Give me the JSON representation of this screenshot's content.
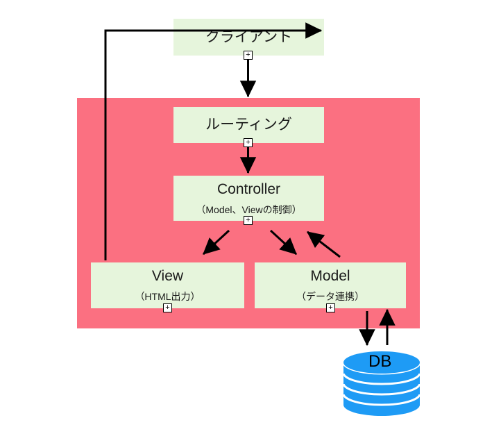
{
  "diagram": {
    "type": "mvc-architecture-flow",
    "background_color": "#ffffff",
    "panel_color": "#fb7081",
    "node_color": "#e6f5dc",
    "db_color": "#1e9bf5",
    "line_color": "#000000"
  },
  "nodes": {
    "client": {
      "title": "クライアント",
      "sub": "",
      "expander": "+"
    },
    "routing": {
      "title": "ルーティング",
      "sub": "",
      "expander": "+"
    },
    "controller": {
      "title": "Controller",
      "sub": "（Model、Viewの制御）",
      "expander": "+"
    },
    "view": {
      "title": "View",
      "sub": "（HTML出力）",
      "expander": "+"
    },
    "model": {
      "title": "Model",
      "sub": "（データ連携）",
      "expander": "+"
    },
    "database": {
      "title": "DB"
    }
  },
  "edges": [
    {
      "name": "client-to-routing",
      "from": "client",
      "to": "routing"
    },
    {
      "name": "routing-to-controller",
      "from": "routing",
      "to": "controller"
    },
    {
      "name": "controller-to-view",
      "from": "controller",
      "to": "view"
    },
    {
      "name": "controller-to-model",
      "from": "controller",
      "to": "model"
    },
    {
      "name": "model-to-controller",
      "from": "model",
      "to": "controller"
    },
    {
      "name": "view-to-client",
      "from": "view",
      "to": "client"
    },
    {
      "name": "model-to-database",
      "from": "model",
      "to": "database"
    },
    {
      "name": "database-to-model",
      "from": "database",
      "to": "model"
    }
  ]
}
